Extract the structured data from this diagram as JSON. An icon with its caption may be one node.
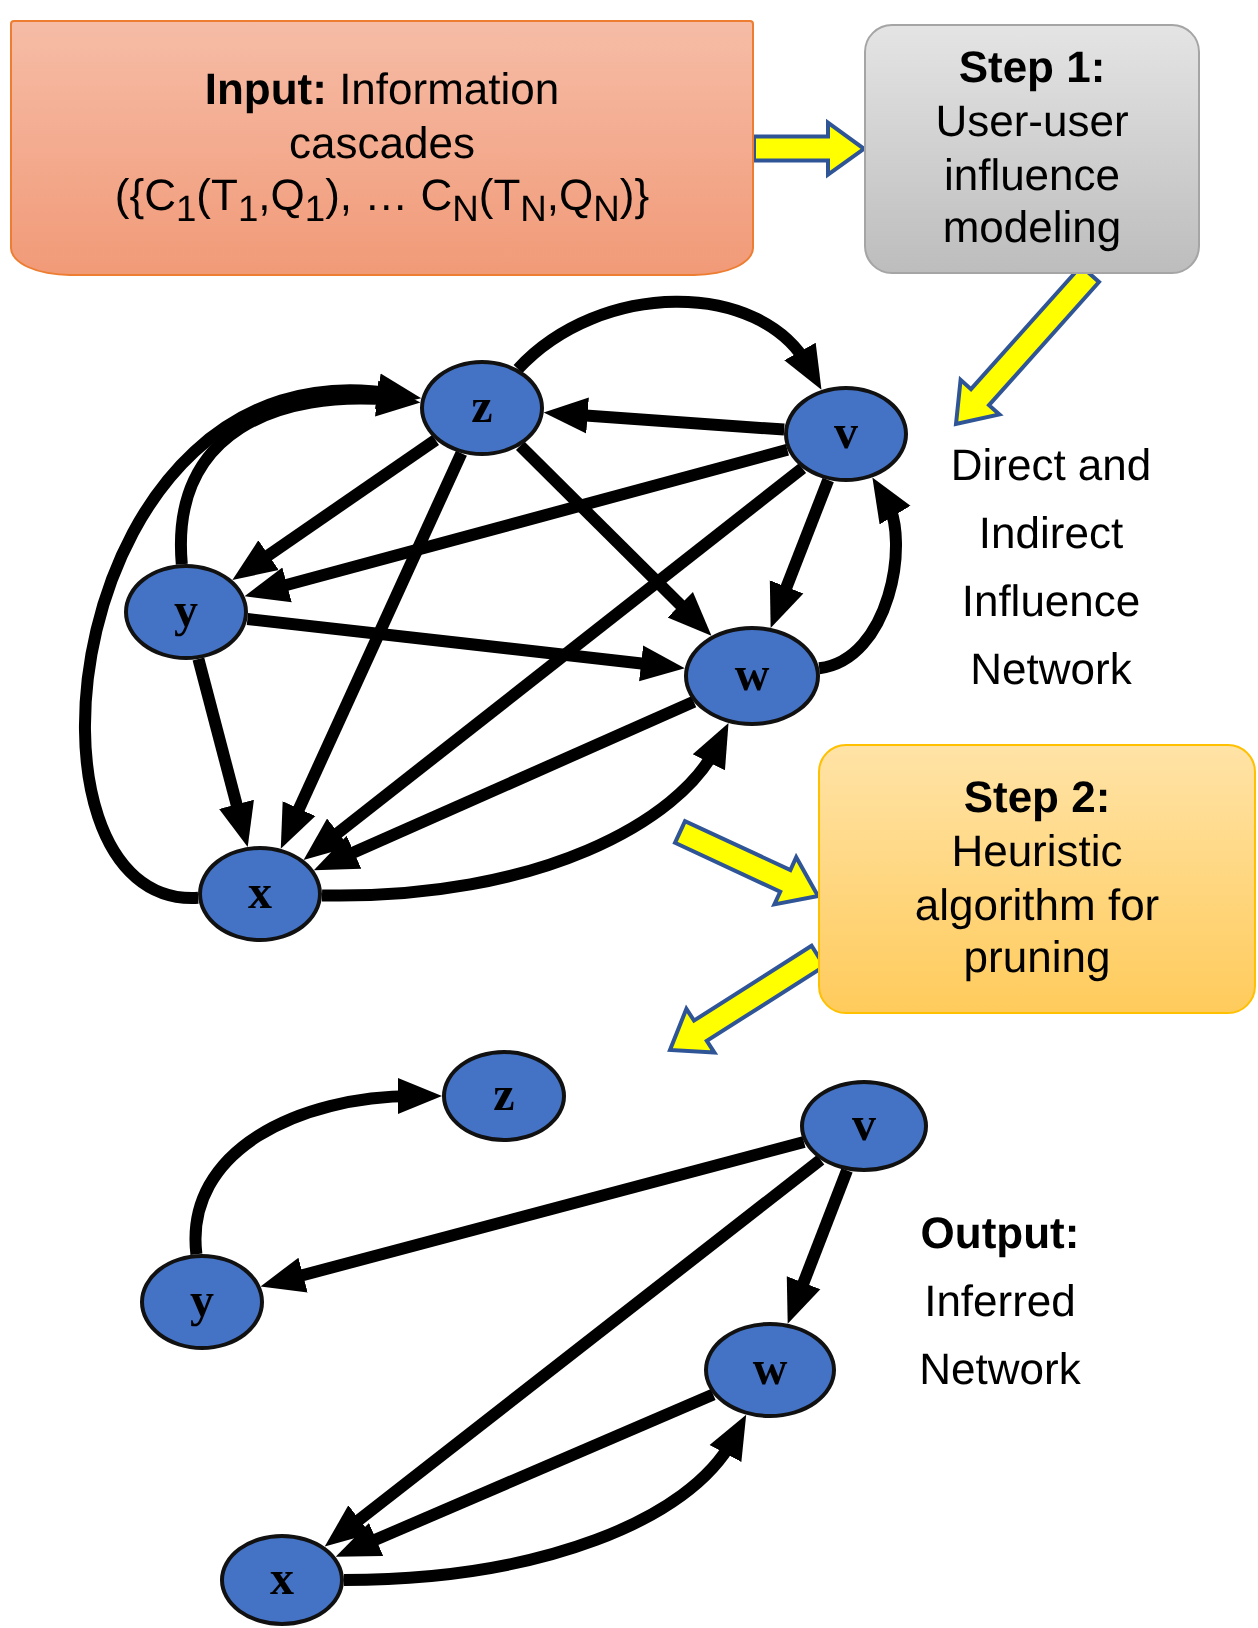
{
  "diagram": {
    "nodes": [
      {
        "text": [
          "**Input:** Information cascades",
          "({C$_{1}$(T$_{1}$,Q$_{1}$), … C$_{N}$(T$_{N}$,Q$_{N}$)}"
        ]
      },
      {
        "text": [
          "Step 1:",
          "User-user influence modeling"
        ]
      },
      {
        "text": [
          "z"
        ]
      },
      {
        "text": [
          "v"
        ]
      },
      {
        "text": [
          "y"
        ]
      },
      {
        "text": [
          "w"
        ]
      },
      {
        "text": [
          "x"
        ]
      },
      {
        "text": [
          "Step 2:",
          "Heuristic algorithm for pruning"
        ]
      },
      {
        "text": [
          "z"
        ]
      },
      {
        "text": [
          "v"
        ]
      },
      {
        "text": [
          "y"
        ]
      },
      {
        "text": [
          "w"
        ]
      },
      {
        "text": [
          "x"
        ]
      }
    ],
    "edges": [
      {
        "from": 0,
        "to": 1,
        "arrow": "to",
        "style": "thick",
        "color": "#ffff00"
      },
      {
        "from": 1,
        "to": null,
        "arrow": "to",
        "style": "thick",
        "color": "#ffff00"
      },
      {
        "from": 2,
        "to": 3,
        "arrow": "to"
      },
      {
        "from": 3,
        "to": 2,
        "arrow": "to"
      },
      {
        "from": 2,
        "to": 4,
        "arrow": "to"
      },
      {
        "from": 3,
        "to": 4,
        "arrow": "to"
      },
      {
        "from": 4,
        "to": 2,
        "arrow": "to"
      },
      {
        "from": 6,
        "to": 2,
        "arrow": "to"
      },
      {
        "from": 2,
        "to": 6,
        "arrow": "to"
      },
      {
        "from": 2,
        "to": 5,
        "arrow": "to"
      },
      {
        "from": 4,
        "to": 5,
        "arrow": "to"
      },
      {
        "from": 4,
        "to": 6,
        "arrow": "to"
      },
      {
        "from": 3,
        "to": 5,
        "arrow": "to"
      },
      {
        "from": 3,
        "to": 6,
        "arrow": "to"
      },
      {
        "from": 5,
        "to": 3,
        "arrow": "to"
      },
      {
        "from": 5,
        "to": 6,
        "arrow": "to"
      },
      {
        "from": 6,
        "to": 5,
        "arrow": "to"
      },
      {
        "from": null,
        "to": 7,
        "arrow": "to",
        "style": "thick",
        "color": "#ffff00"
      },
      {
        "from": 7,
        "to": null,
        "arrow": "to",
        "style": "thick",
        "color": "#ffff00"
      },
      {
        "from": 10,
        "to": 8,
        "arrow": "to"
      },
      {
        "from": 9,
        "to": 10,
        "arrow": "to"
      },
      {
        "from": 9,
        "to": 12,
        "arrow": "to"
      },
      {
        "from": 9,
        "to": 11,
        "arrow": "to"
      },
      {
        "from": 11,
        "to": 12,
        "arrow": "to"
      },
      {
        "from": 12,
        "to": 11,
        "arrow": "to"
      }
    ],
    "labels": [
      "Direct and Indirect Influence Network",
      "**Output:** Inferred Network"
    ]
  }
}
